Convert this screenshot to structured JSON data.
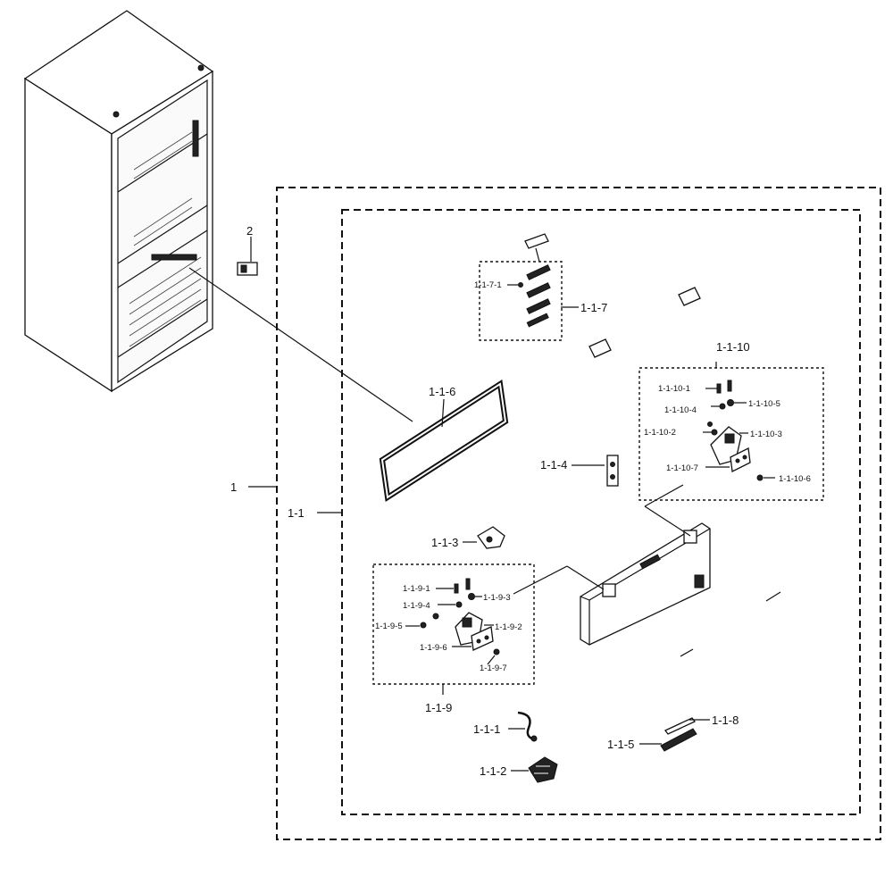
{
  "labels": {
    "l_1": "1",
    "l_2": "2",
    "l_1_1": "1-1",
    "l_1_1_1": "1-1-1",
    "l_1_1_2": "1-1-2",
    "l_1_1_3": "1-1-3",
    "l_1_1_4": "1-1-4",
    "l_1_1_5": "1-1-5",
    "l_1_1_6": "1-1-6",
    "l_1_1_7": "1-1-7",
    "l_1_1_7_1": "1-1-7-1",
    "l_1_1_8": "1-1-8",
    "l_1_1_9": "1-1-9",
    "l_1_1_9_1": "1-1-9-1",
    "l_1_1_9_2": "1-1-9-2",
    "l_1_1_9_3": "1-1-9-3",
    "l_1_1_9_4": "1-1-9-4",
    "l_1_1_9_5": "1-1-9-5",
    "l_1_1_9_6": "1-1-9-6",
    "l_1_1_9_7": "1-1-9-7",
    "l_1_1_10": "1-1-10",
    "l_1_1_10_1": "1-1-10-1",
    "l_1_1_10_2": "1-1-10-2",
    "l_1_1_10_3": "1-1-10-3",
    "l_1_1_10_4": "1-1-10-4",
    "l_1_1_10_5": "1-1-10-5",
    "l_1_1_10_6": "1-1-10-6",
    "l_1_1_10_7": "1-1-10-7"
  }
}
